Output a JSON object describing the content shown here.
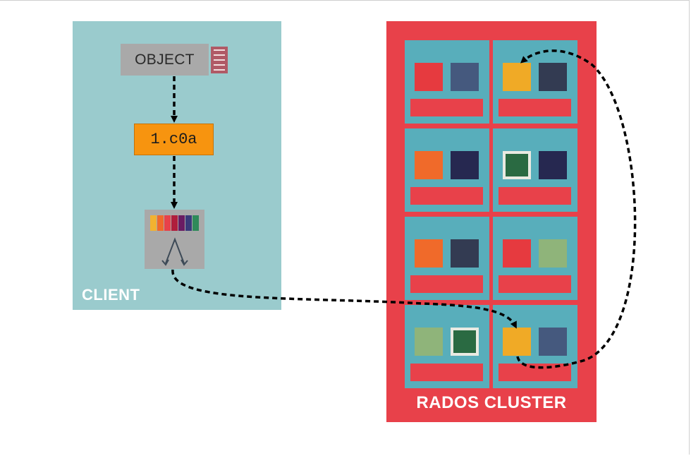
{
  "client": {
    "label": "CLIENT",
    "object_label": "OBJECT",
    "placement_group": "1.c0a",
    "crush_colors": [
      "#f2b230",
      "#f0692a",
      "#e8414a",
      "#b01e3c",
      "#6a1c63",
      "#3a3a7a",
      "#2f8a5a"
    ]
  },
  "cluster": {
    "label": "RADOS CLUSTER",
    "hosts": [
      {
        "osds": [
          {
            "color": "#e63a3f",
            "outlined": false
          },
          {
            "color": "#45597e",
            "outlined": false
          }
        ]
      },
      {
        "osds": [
          {
            "color": "#f0aa26",
            "outlined": false
          },
          {
            "color": "#333b52",
            "outlined": false
          }
        ]
      },
      {
        "osds": [
          {
            "color": "#f06a2a",
            "outlined": false
          },
          {
            "color": "#262850",
            "outlined": false
          }
        ]
      },
      {
        "osds": [
          {
            "color": "#2a6a42",
            "outlined": true
          },
          {
            "color": "#262850",
            "outlined": false
          }
        ]
      },
      {
        "osds": [
          {
            "color": "#f06a2a",
            "outlined": false
          },
          {
            "color": "#333b52",
            "outlined": false
          }
        ]
      },
      {
        "osds": [
          {
            "color": "#e63a3f",
            "outlined": false
          },
          {
            "color": "#8fb47a",
            "outlined": false
          }
        ]
      },
      {
        "osds": [
          {
            "color": "#8fb47a",
            "outlined": false
          },
          {
            "color": "#2a6a42",
            "outlined": true
          }
        ]
      },
      {
        "osds": [
          {
            "color": "#f0aa26",
            "outlined": false
          },
          {
            "color": "#45597e",
            "outlined": false
          }
        ]
      }
    ]
  },
  "colors": {
    "client_bg": "#9acbcd",
    "cluster_bg": "#e8414a",
    "host_bg": "#58aebb",
    "pg_bg": "#f7940f",
    "object_bg": "#a9a9a9"
  }
}
